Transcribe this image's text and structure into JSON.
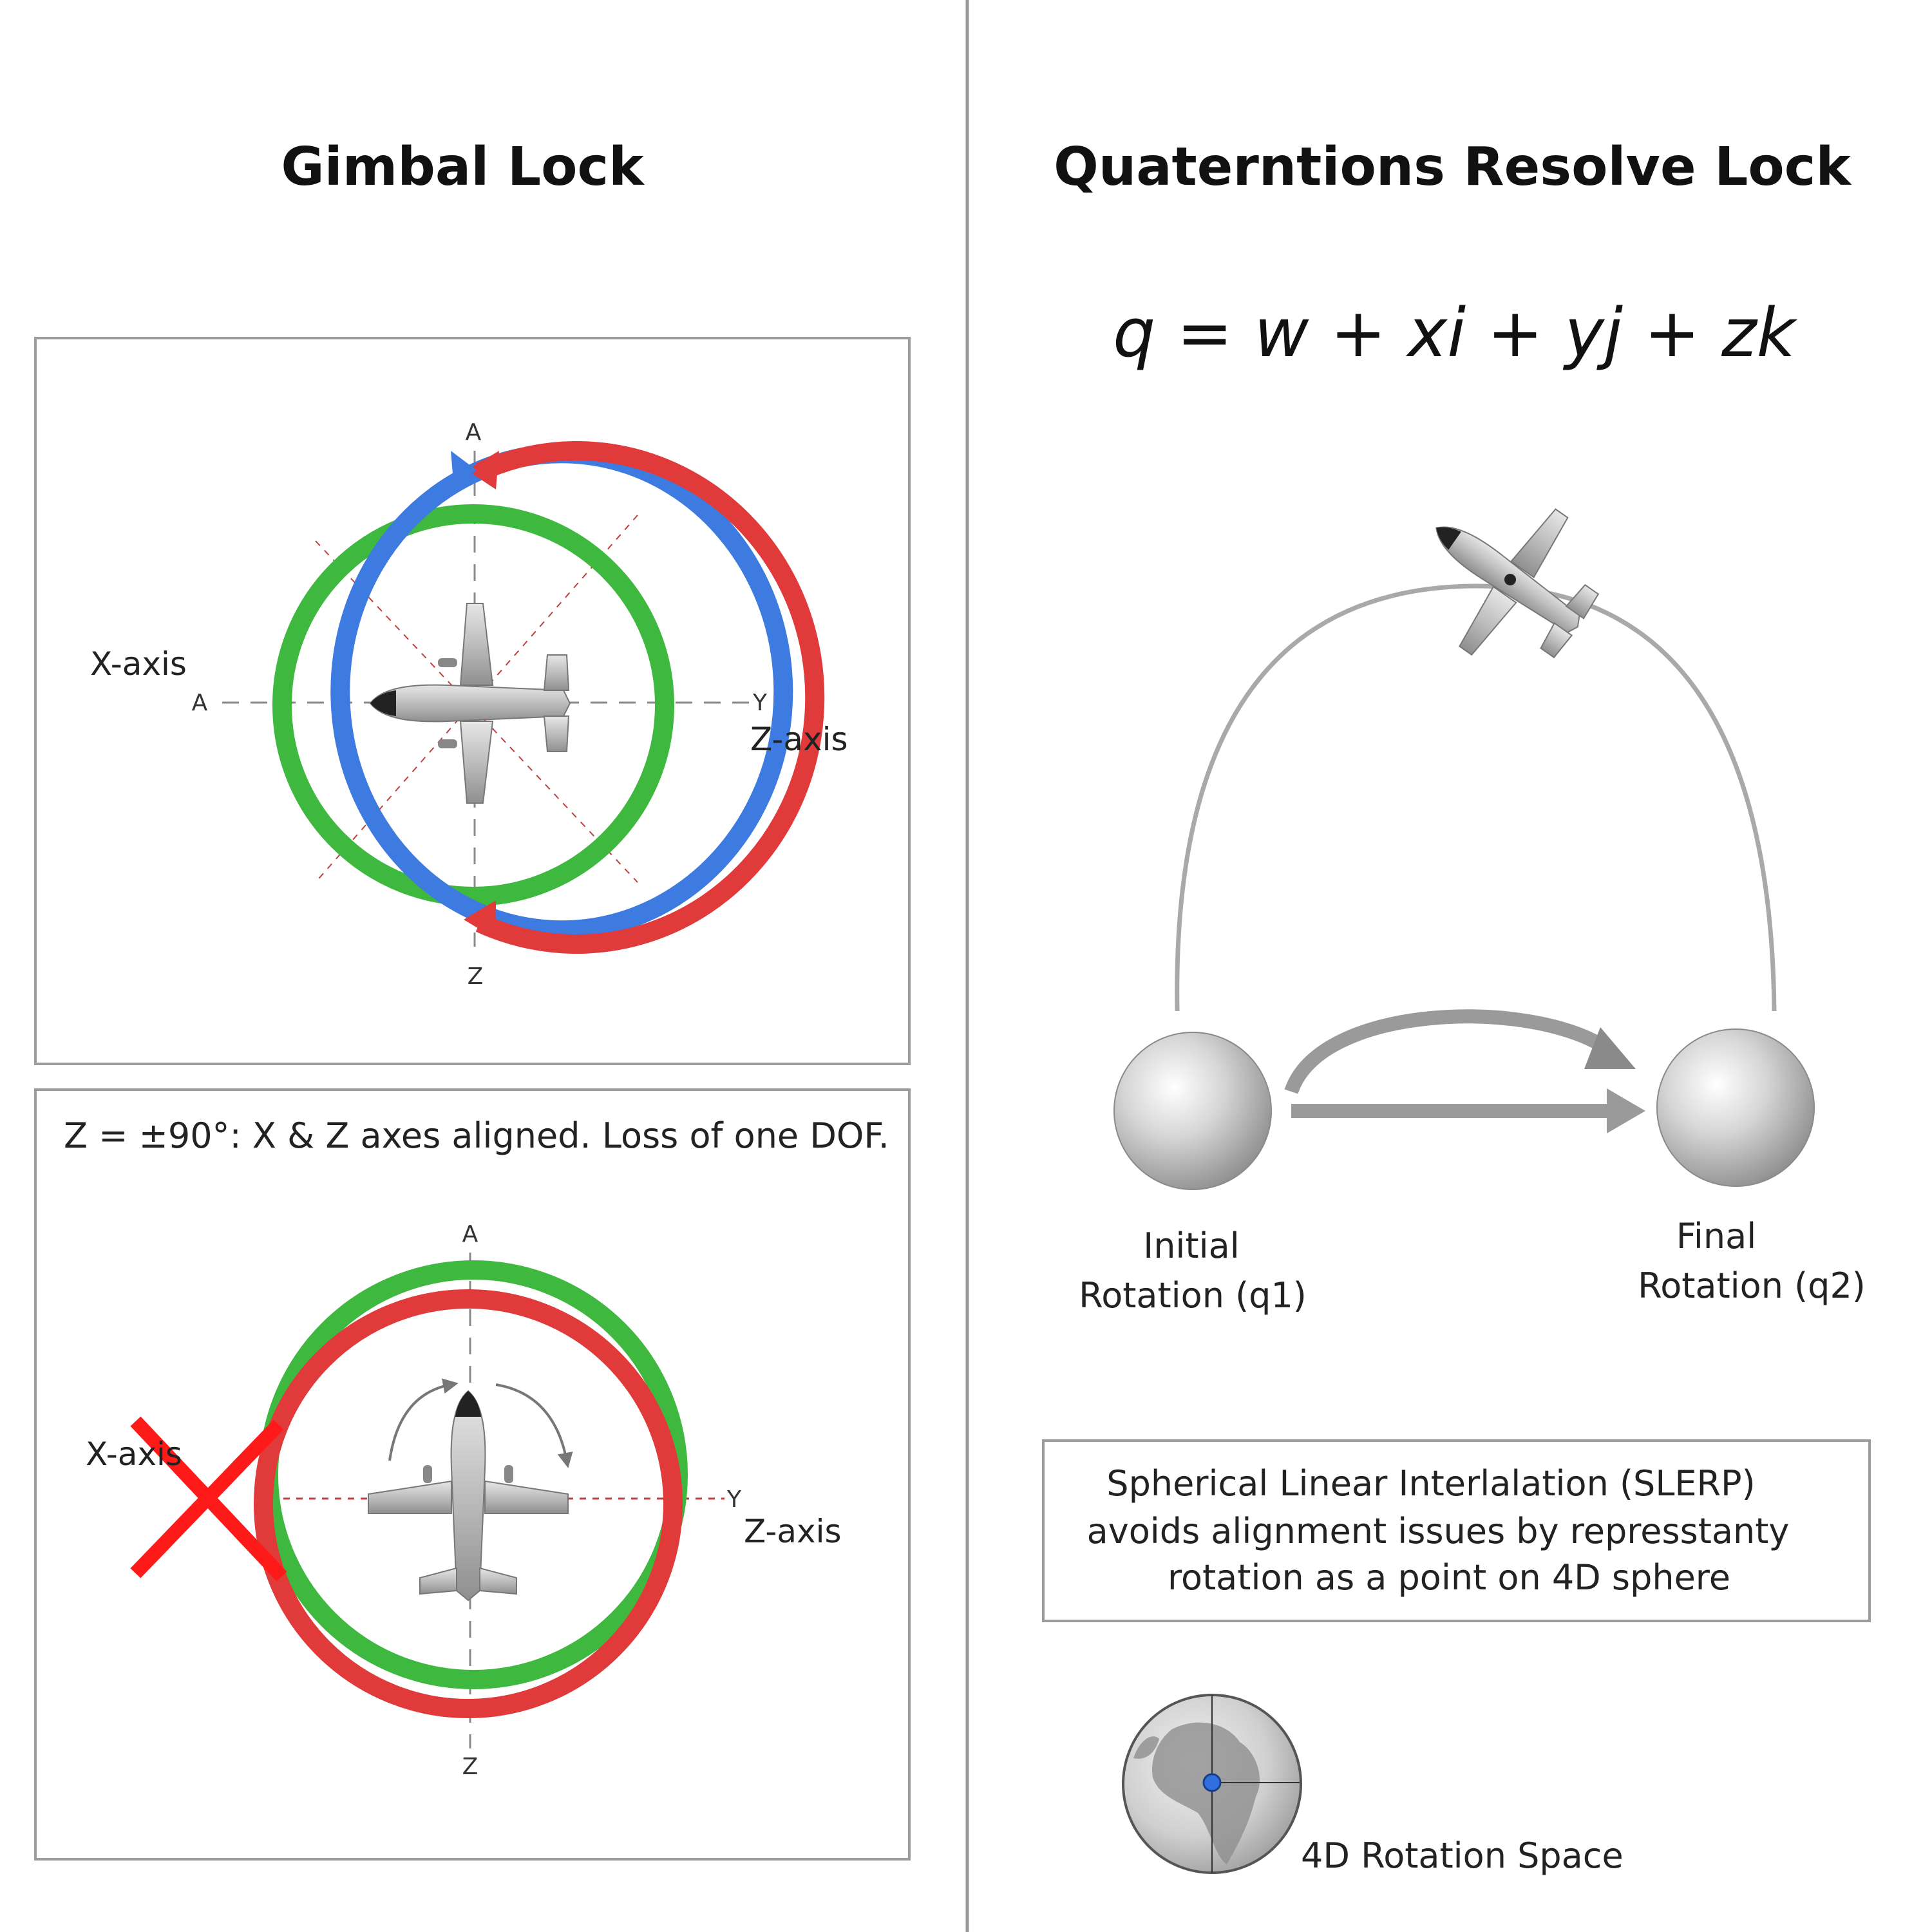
{
  "left_panel": {
    "title": "Gimbal Lock",
    "top_diagram": {
      "tick_top": "A",
      "tick_left": "A",
      "tick_right": "Y",
      "tick_bottom": "Z",
      "x_axis_label": "X-axis",
      "z_axis_label": "Z-axis"
    },
    "bottom_diagram": {
      "caption": "Z = ±90°: X & Z axes aligned. Loss of one DOF.",
      "tick_top": "A",
      "tick_right": "Y",
      "tick_bottom": "Z",
      "x_axis_label": "X-axis",
      "z_axis_label": "Z-axis"
    }
  },
  "right_panel": {
    "title": "Quaterntions Resolve Lock",
    "equation": "q = w + xi + yj + zk",
    "initial_label_line1": "Initial",
    "initial_label_line2": "Rotation (q1)",
    "final_label_line1": "Final",
    "final_label_line2": "Rotation (q2)",
    "note_line1": "Spherical Linear Interlalation (SLERP)",
    "note_line2": "avoids alignment issues by represstanty",
    "note_line3": "rotation as a point on 4D sphere",
    "globe_label": "4D Rotation Space"
  },
  "colors": {
    "blue_ring": "#3d7be0",
    "green_ring": "#3fb83f",
    "red_ring": "#e03a3a",
    "cross": "#ff1a1a",
    "divider": "#9a9a9a",
    "path": "#a9a9a9"
  },
  "icons": [
    "airplane-icon",
    "sphere-icon",
    "globe-icon",
    "cross-mark-icon",
    "arrow-icon"
  ]
}
